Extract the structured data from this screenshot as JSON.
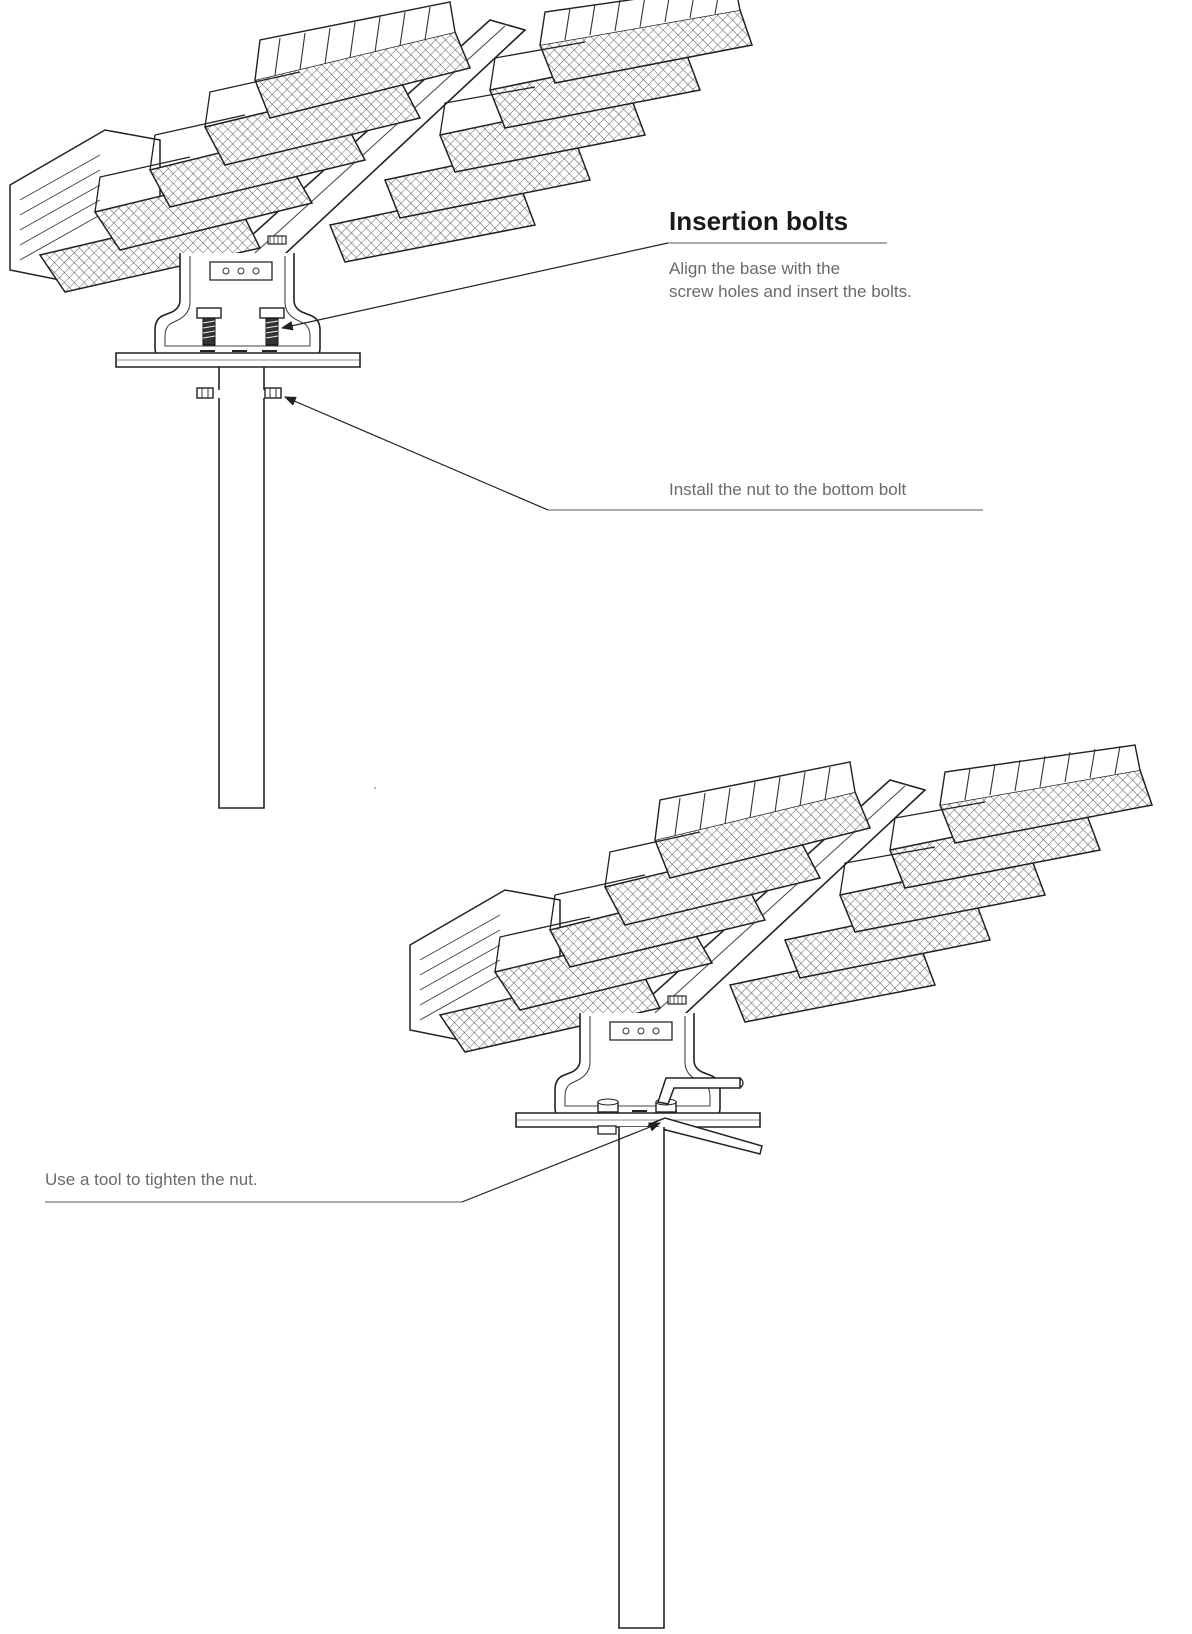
{
  "callouts": {
    "insertion": {
      "title": "Insertion bolts",
      "line1": "Align the base with the",
      "line2": "screw holes and insert the bolts."
    },
    "nut": {
      "text": "Install the nut to the bottom bolt"
    },
    "tighten": {
      "text": "Use a tool to tighten the nut."
    }
  },
  "colors": {
    "line": "#222222",
    "text": "#6a6a6a",
    "heading": "#1a1a1a",
    "leader": "#777777"
  }
}
